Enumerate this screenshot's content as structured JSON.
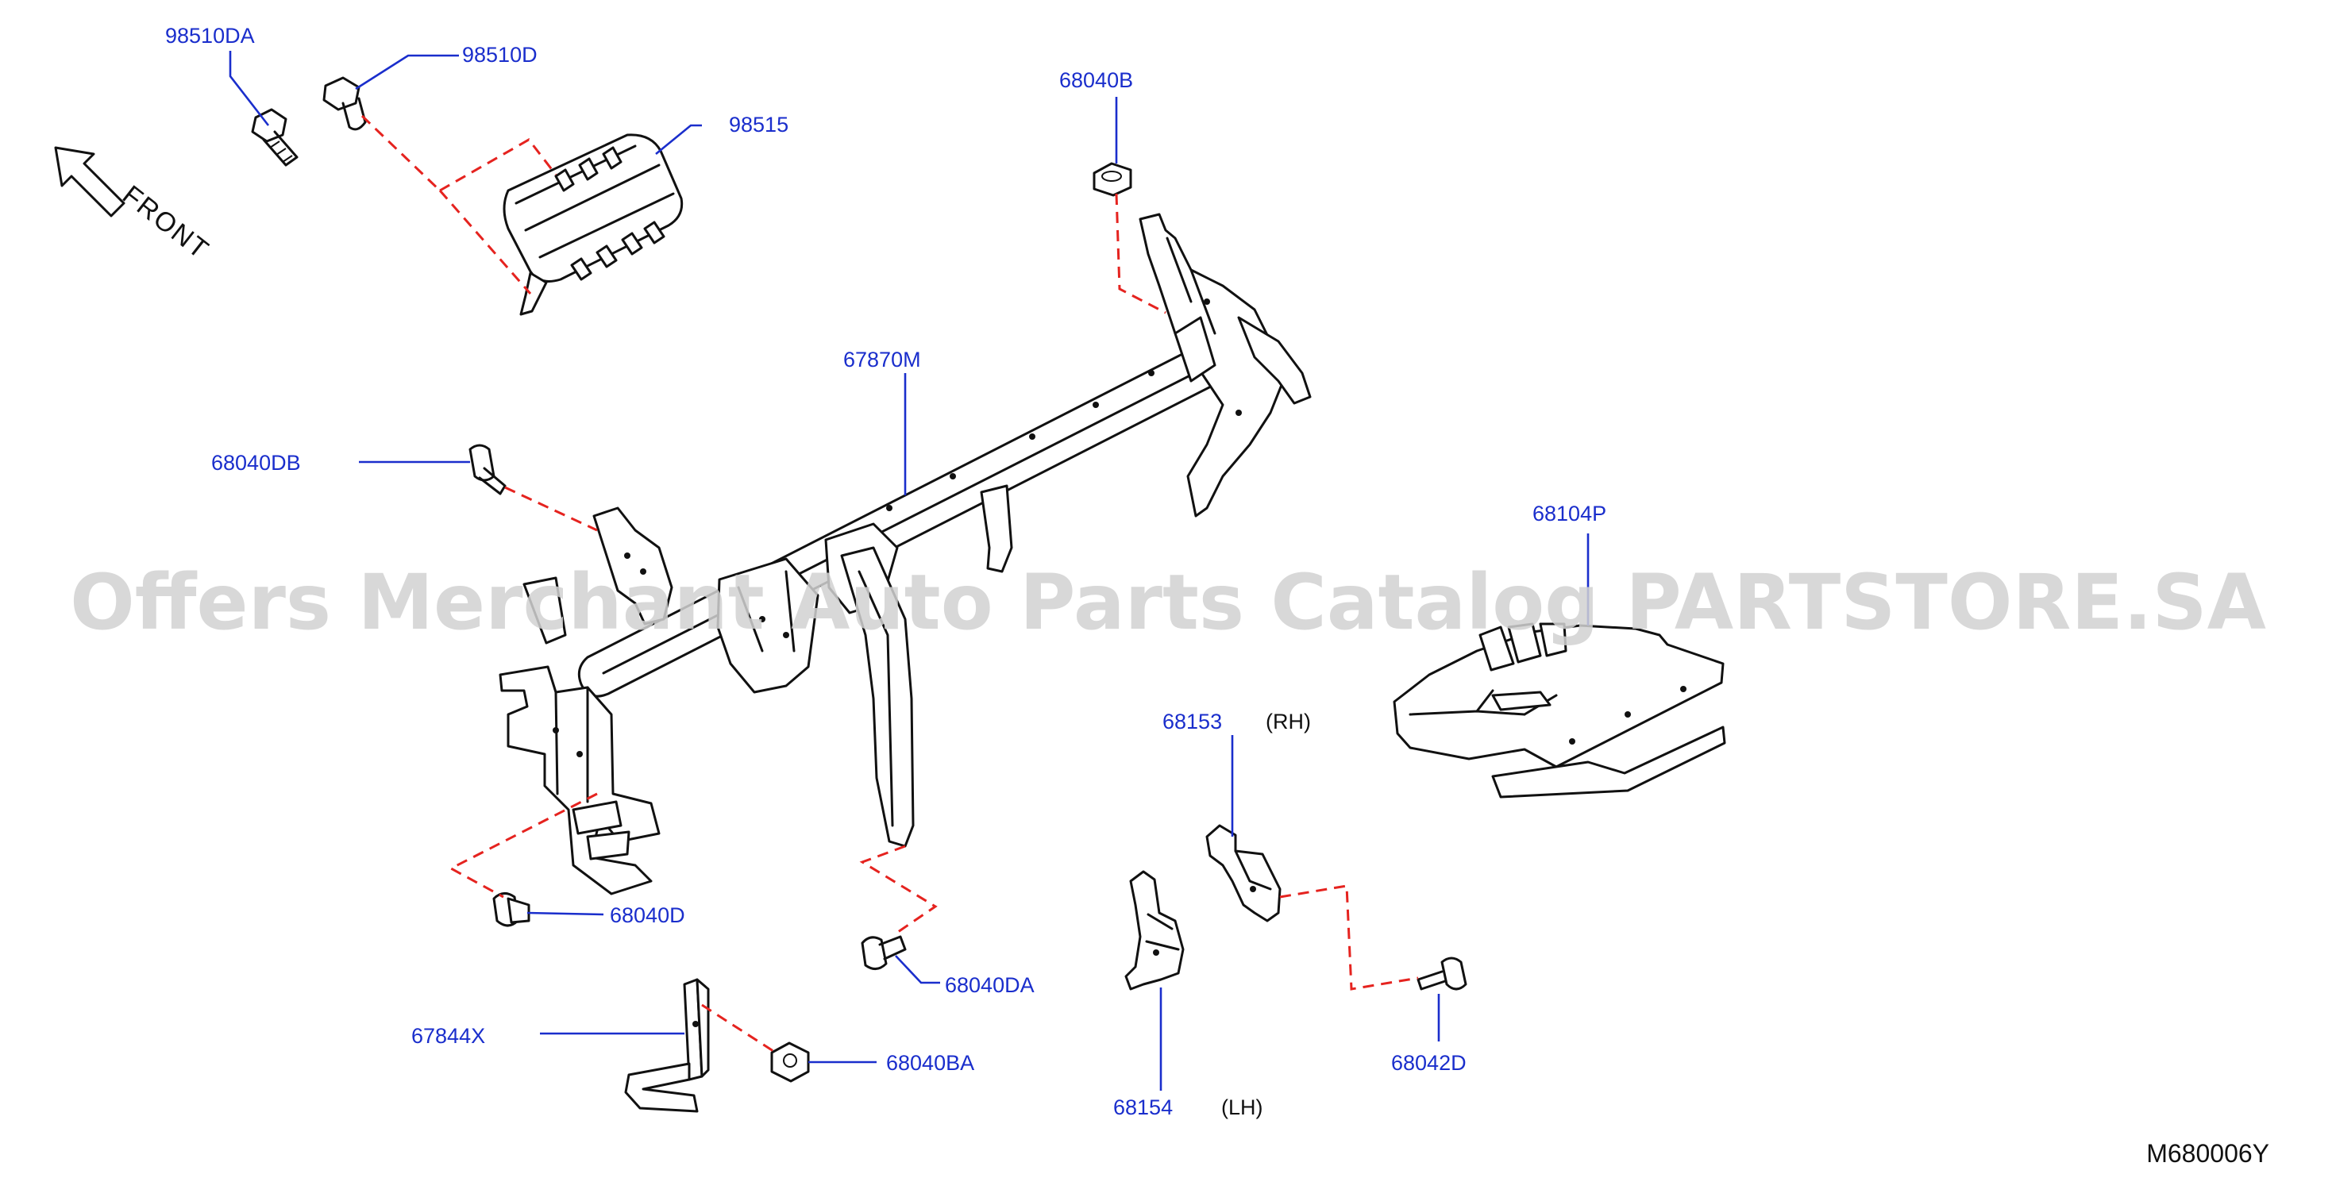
{
  "watermark": "Offers Merchant Auto Parts Catalog PARTSTORE.SA",
  "diagram_code": "M680006Y",
  "front_label": "FRONT",
  "parts": {
    "p98510DA": "98510DA",
    "p98510D": "98510D",
    "p98515": "98515",
    "p68040B": "68040B",
    "p67870M": "67870M",
    "p68040DB": "68040DB",
    "p68104P": "68104P",
    "p68153": "68153",
    "p68153_side": "(RH)",
    "p68040D": "68040D",
    "p68040DA": "68040DA",
    "p67844X": "67844X",
    "p68040BA": "68040BA",
    "p68042D": "68042D",
    "p68154": "68154",
    "p68154_side": "(LH)"
  }
}
